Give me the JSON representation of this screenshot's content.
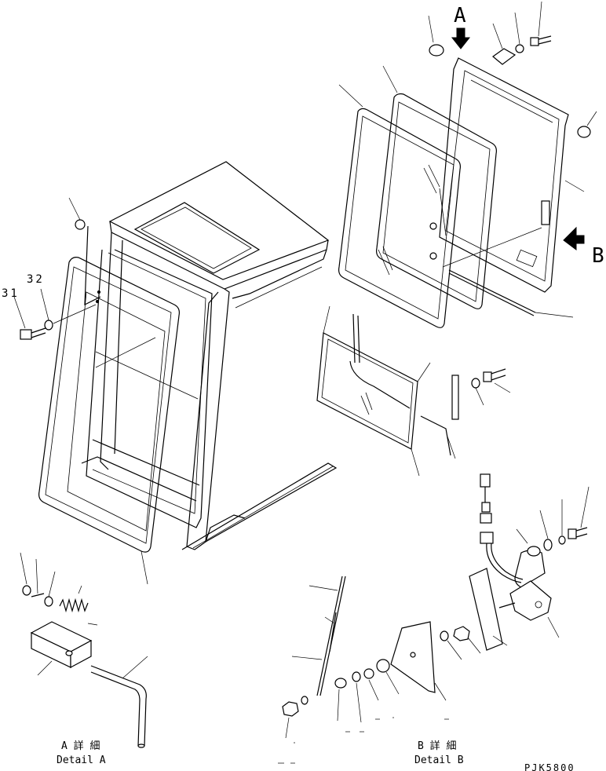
{
  "labels": {
    "view_a": "A",
    "view_b": "B",
    "ref_31": "31",
    "ref_32": "32",
    "detail_a_jp": "A 詳 細",
    "detail_a_en": "Detail A",
    "detail_b_jp": "B 詳 細",
    "detail_b_en": "Detail B",
    "drawing_code": "PJK5800"
  }
}
